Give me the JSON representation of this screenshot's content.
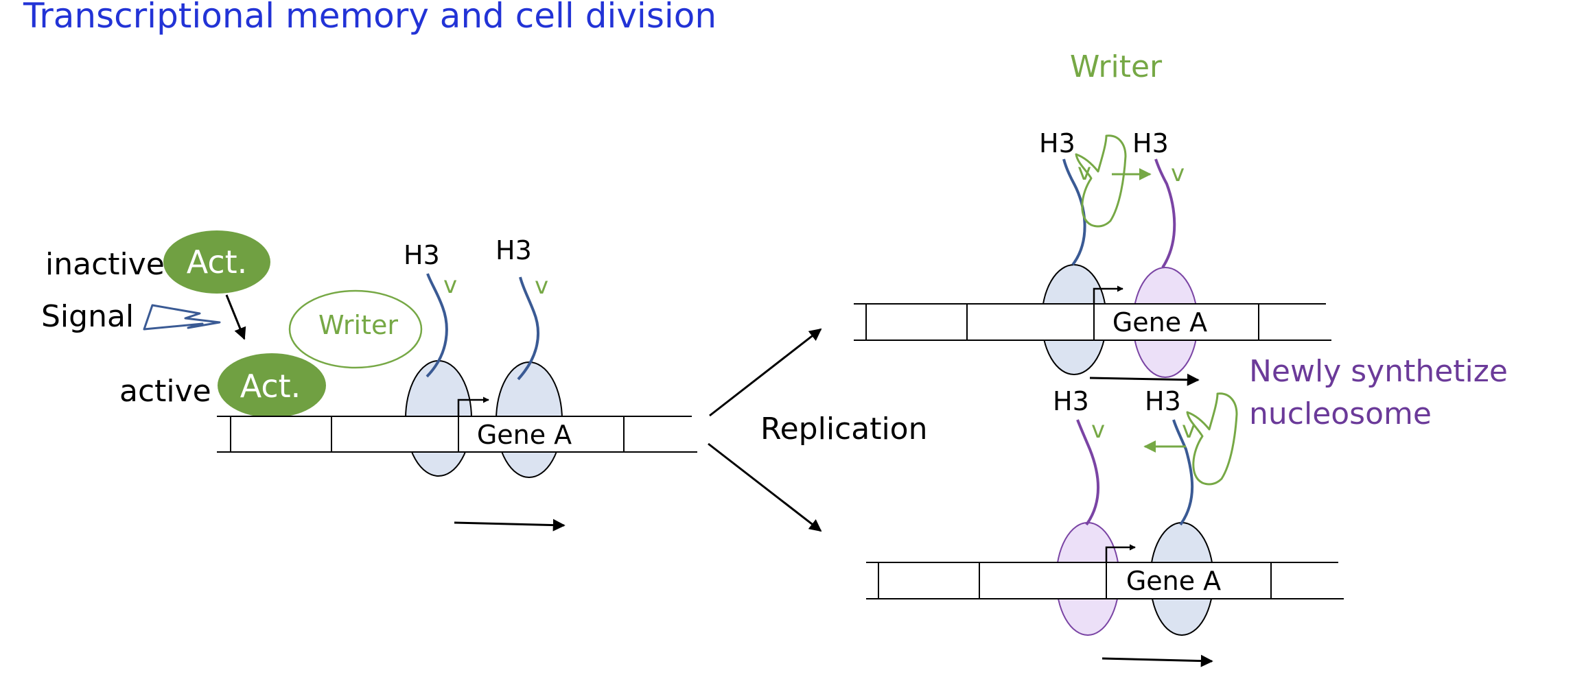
{
  "title": "Transcriptional memory and cell division",
  "colors": {
    "title": "#2233d6",
    "green": "#76a845",
    "green_fill": "#70a042",
    "blue_tail": "#3a5a94",
    "purple_tail": "#7a44a4",
    "purple_text": "#6b3a99",
    "nuc_blue": "#dbe3f1",
    "nuc_purple": "#ece0f8"
  },
  "left": {
    "inactive_label": "inactive",
    "signal_label": "Signal",
    "active_label": "active",
    "activator_label": "Act.",
    "writer_label": "Writer",
    "h3_label": "H3",
    "mark_label": "v",
    "gene_label": "Gene A"
  },
  "middle": {
    "replication_label": "Replication"
  },
  "right": {
    "writer_label": "Writer",
    "h3_label": "H3",
    "mark_label": "v",
    "gene_label": "Gene A",
    "new_nucleosome_line1": "Newly synthetize",
    "new_nucleosome_line2": "nucleosome"
  }
}
